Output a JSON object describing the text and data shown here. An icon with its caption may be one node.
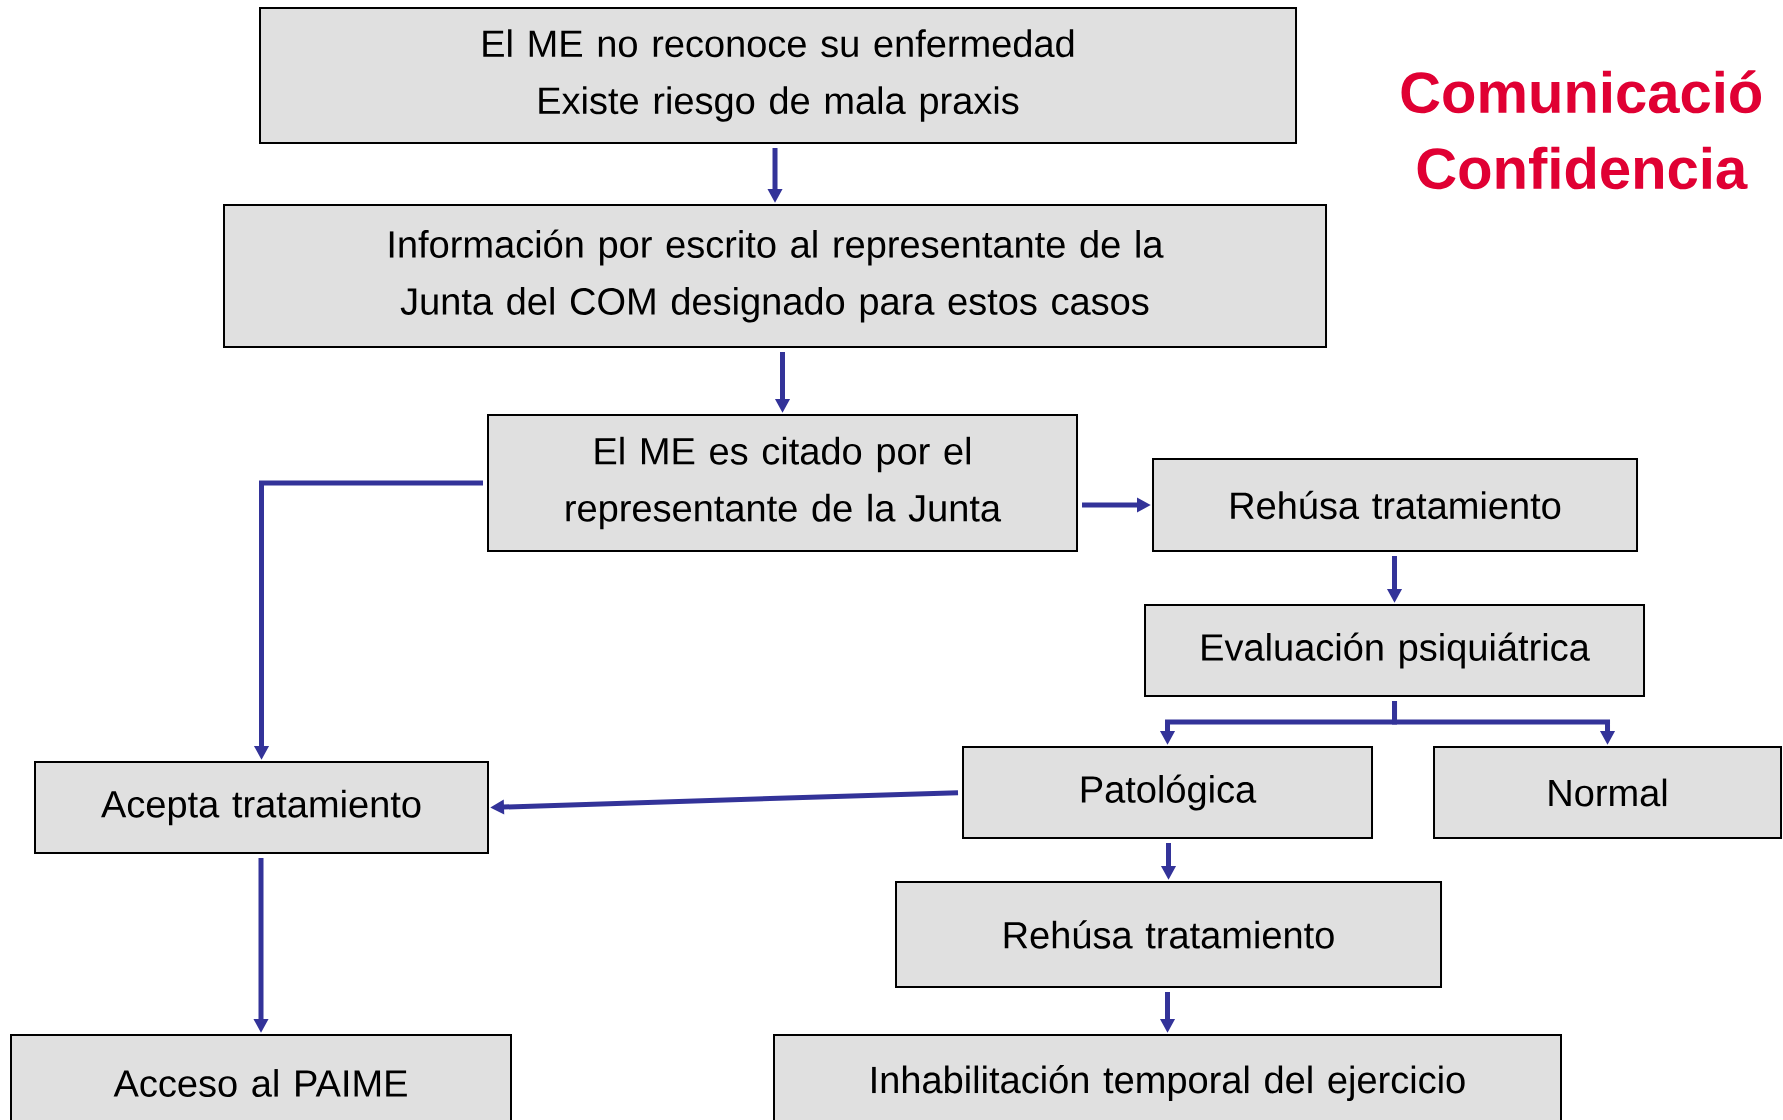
{
  "diagram": {
    "title": "Comunicació Confidencia",
    "nodes": [
      {
        "text": [
          "El ME no reconoce su enfermedad Existe riesgo de mala praxis"
        ]
      },
      {
        "text": [
          "Información por escrito al representante de la Junta del COM designado para estos casos"
        ]
      },
      {
        "text": [
          "El ME es citado por el representante de la Junta"
        ]
      },
      {
        "text": [
          "Rehúsa tratamiento"
        ]
      },
      {
        "text": [
          "Evaluación psiquiátrica"
        ]
      },
      {
        "text": [
          "Patológica"
        ]
      },
      {
        "text": [
          "Normal"
        ]
      },
      {
        "text": [
          "Acepta tratamiento"
        ]
      },
      {
        "text": [
          "Rehúsa tratamiento"
        ]
      },
      {
        "text": [
          "Acceso al PAIME"
        ]
      },
      {
        "text": [
          "Inhabilitación temporal del ejercicio"
        ]
      }
    ],
    "edges": [
      {
        "from": 0,
        "to": 1,
        "arrow": "to"
      },
      {
        "from": 1,
        "to": 2,
        "arrow": "to"
      },
      {
        "from": 2,
        "to": 3,
        "arrow": "to"
      },
      {
        "from": 3,
        "to": 4,
        "arrow": "to"
      },
      {
        "from": 4,
        "to": 5,
        "arrow": "to"
      },
      {
        "from": 4,
        "to": 6,
        "arrow": "to"
      },
      {
        "from": 2,
        "to": 7,
        "arrow": "to"
      },
      {
        "from": 5,
        "to": 7,
        "arrow": "to"
      },
      {
        "from": 5,
        "to": 8,
        "arrow": "to"
      },
      {
        "from": 7,
        "to": 9,
        "arrow": "to"
      },
      {
        "from": 8,
        "to": 10,
        "arrow": "to"
      }
    ]
  }
}
